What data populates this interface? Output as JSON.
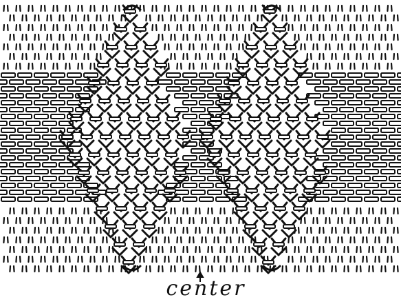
{
  "figure": {
    "caption": "center",
    "ink_color": "#111111",
    "paper_color": "#ffffff",
    "stitch_types": [
      "vertical-tick",
      "horizontal-bar",
      "zigzag-weave"
    ],
    "diamond_motifs": [
      {
        "name": "left-diamond"
      },
      {
        "name": "right-diamond"
      }
    ],
    "band": {
      "name": "horizontal-brick-band"
    },
    "marker": {
      "name": "center-arrow-icon"
    }
  }
}
